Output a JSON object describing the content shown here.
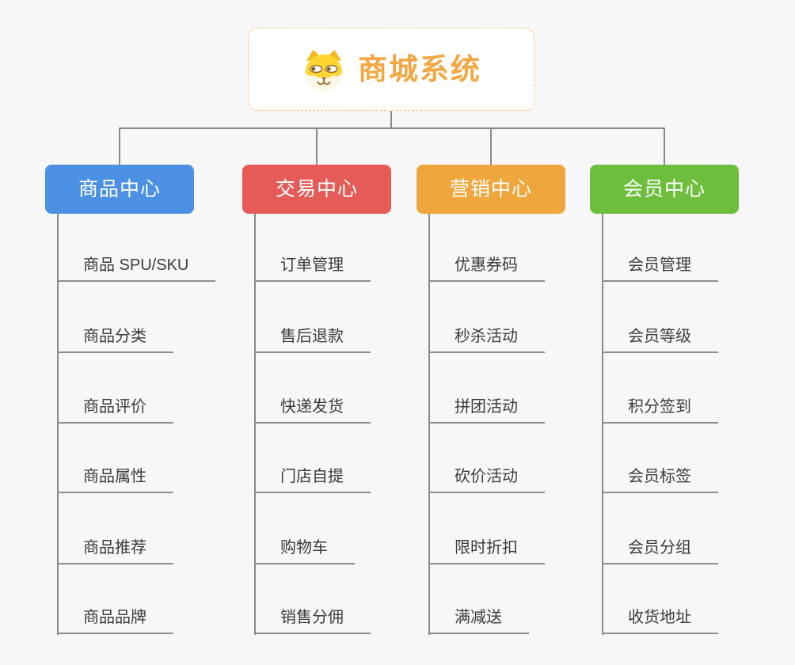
{
  "canvas": {
    "background": "#f7f7f7",
    "connector_color": "#8a8a8a"
  },
  "root": {
    "title": "商城系统",
    "icon": "dog-face-icon",
    "text_color": "#f1a843",
    "border_color": "#f3c27d",
    "background": "#ffffff"
  },
  "branches": [
    {
      "label": "商品中心",
      "color": "#4b90e2",
      "children": [
        "商品 SPU/SKU",
        "商品分类",
        "商品评价",
        "商品属性",
        "商品推荐",
        "商品品牌"
      ]
    },
    {
      "label": "交易中心",
      "color": "#e45b57",
      "children": [
        "订单管理",
        "售后退款",
        "快递发货",
        "门店自提",
        "购物车",
        "销售分佣"
      ]
    },
    {
      "label": "营销中心",
      "color": "#efa63c",
      "children": [
        "优惠券码",
        "秒杀活动",
        "拼团活动",
        "砍价活动",
        "限时折扣",
        "满减送"
      ]
    },
    {
      "label": "会员中心",
      "color": "#6ebe3e",
      "children": [
        "会员管理",
        "会员等级",
        "积分签到",
        "会员标签",
        "会员分组",
        "收货地址"
      ]
    }
  ]
}
